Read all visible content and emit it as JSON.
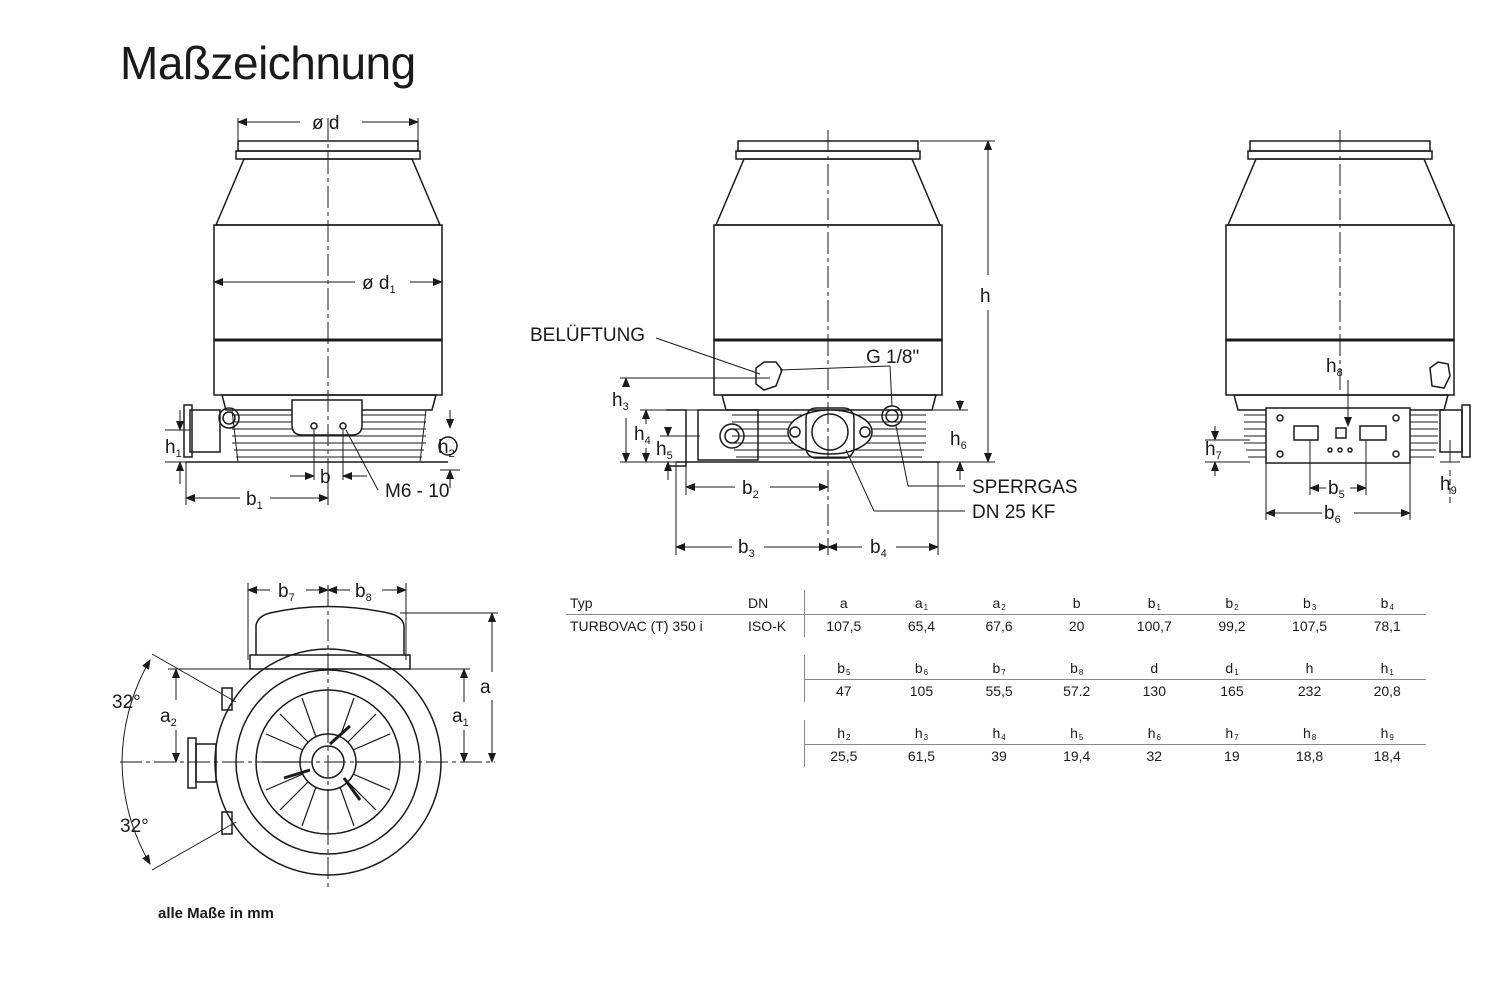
{
  "title": "Maßzeichnung",
  "note": "alle Maße in mm",
  "callouts": {
    "belueftung": "BELÜFTUNG",
    "g18": "G 1/8\"",
    "sperrgas": "SPERRGAS",
    "dn25kf": "DN 25 KF",
    "m610": "M6 - 10",
    "angle_top": "32°",
    "angle_bottom": "32°"
  },
  "dims": {
    "d": "ø d",
    "d1_prefix": "ø d",
    "d1_sub": "1",
    "h": "h",
    "b": "b",
    "a": "a"
  },
  "table": {
    "typ_label": "Typ",
    "dn_label": "DN",
    "model": "TURBOVAC  (T) 350 i",
    "dn_value": "ISO-K",
    "sections": [
      {
        "headers": [
          {
            "base": "a",
            "sub": ""
          },
          {
            "base": "a",
            "sub": "1"
          },
          {
            "base": "a",
            "sub": "2"
          },
          {
            "base": "b",
            "sub": ""
          },
          {
            "base": "b",
            "sub": "1"
          },
          {
            "base": "b",
            "sub": "2"
          },
          {
            "base": "b",
            "sub": "3"
          },
          {
            "base": "b",
            "sub": "4"
          }
        ],
        "values": [
          "107,5",
          "65,4",
          "67,6",
          "20",
          "100,7",
          "99,2",
          "107,5",
          "78,1"
        ]
      },
      {
        "headers": [
          {
            "base": "b",
            "sub": "5"
          },
          {
            "base": "b",
            "sub": "6"
          },
          {
            "base": "b",
            "sub": "7"
          },
          {
            "base": "b",
            "sub": "8"
          },
          {
            "base": "d",
            "sub": ""
          },
          {
            "base": "d",
            "sub": "1"
          },
          {
            "base": "h",
            "sub": ""
          },
          {
            "base": "h",
            "sub": "1"
          }
        ],
        "values": [
          "47",
          "105",
          "55,5",
          "57.2",
          "130",
          "165",
          "232",
          "20,8"
        ]
      },
      {
        "headers": [
          {
            "base": "h",
            "sub": "2"
          },
          {
            "base": "h",
            "sub": "3"
          },
          {
            "base": "h",
            "sub": "4"
          },
          {
            "base": "h",
            "sub": "5"
          },
          {
            "base": "h",
            "sub": "6"
          },
          {
            "base": "h",
            "sub": "7"
          },
          {
            "base": "h",
            "sub": "8"
          },
          {
            "base": "h",
            "sub": "9"
          }
        ],
        "values": [
          "25,5",
          "61,5",
          "39",
          "19,4",
          "32",
          "19",
          "18,8",
          "18,4"
        ]
      }
    ]
  }
}
